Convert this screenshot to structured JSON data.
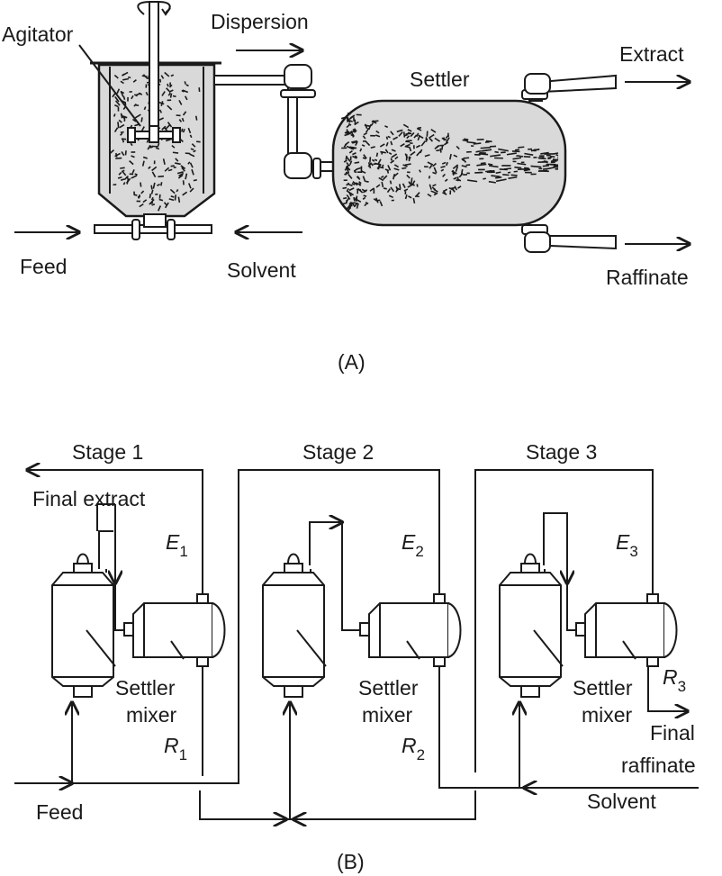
{
  "panel_a": {
    "caption": "(A)",
    "labels": {
      "agitator": "Agitator",
      "dispersion": "Dispersion",
      "settler": "Settler",
      "extract": "Extract",
      "feed": "Feed",
      "solvent": "Solvent",
      "raffinate": "Raffinate"
    }
  },
  "panel_b": {
    "caption": "(B)",
    "stages": [
      {
        "title": "Stage 1",
        "e_letter": "E",
        "e_sub": "1",
        "r_letter": "R",
        "r_sub": "1",
        "settler": "Settler",
        "mixer": "mixer"
      },
      {
        "title": "Stage 2",
        "e_letter": "E",
        "e_sub": "2",
        "r_letter": "R",
        "r_sub": "2",
        "settler": "Settler",
        "mixer": "mixer"
      },
      {
        "title": "Stage 3",
        "e_letter": "E",
        "e_sub": "3",
        "r_letter": "R",
        "r_sub": "3",
        "settler": "Settler",
        "mixer": "mixer"
      }
    ],
    "labels": {
      "final_extract": "Final extract",
      "feed": "Feed",
      "solvent": "Solvent",
      "final": "Final",
      "raffinate": "raffinate"
    }
  }
}
